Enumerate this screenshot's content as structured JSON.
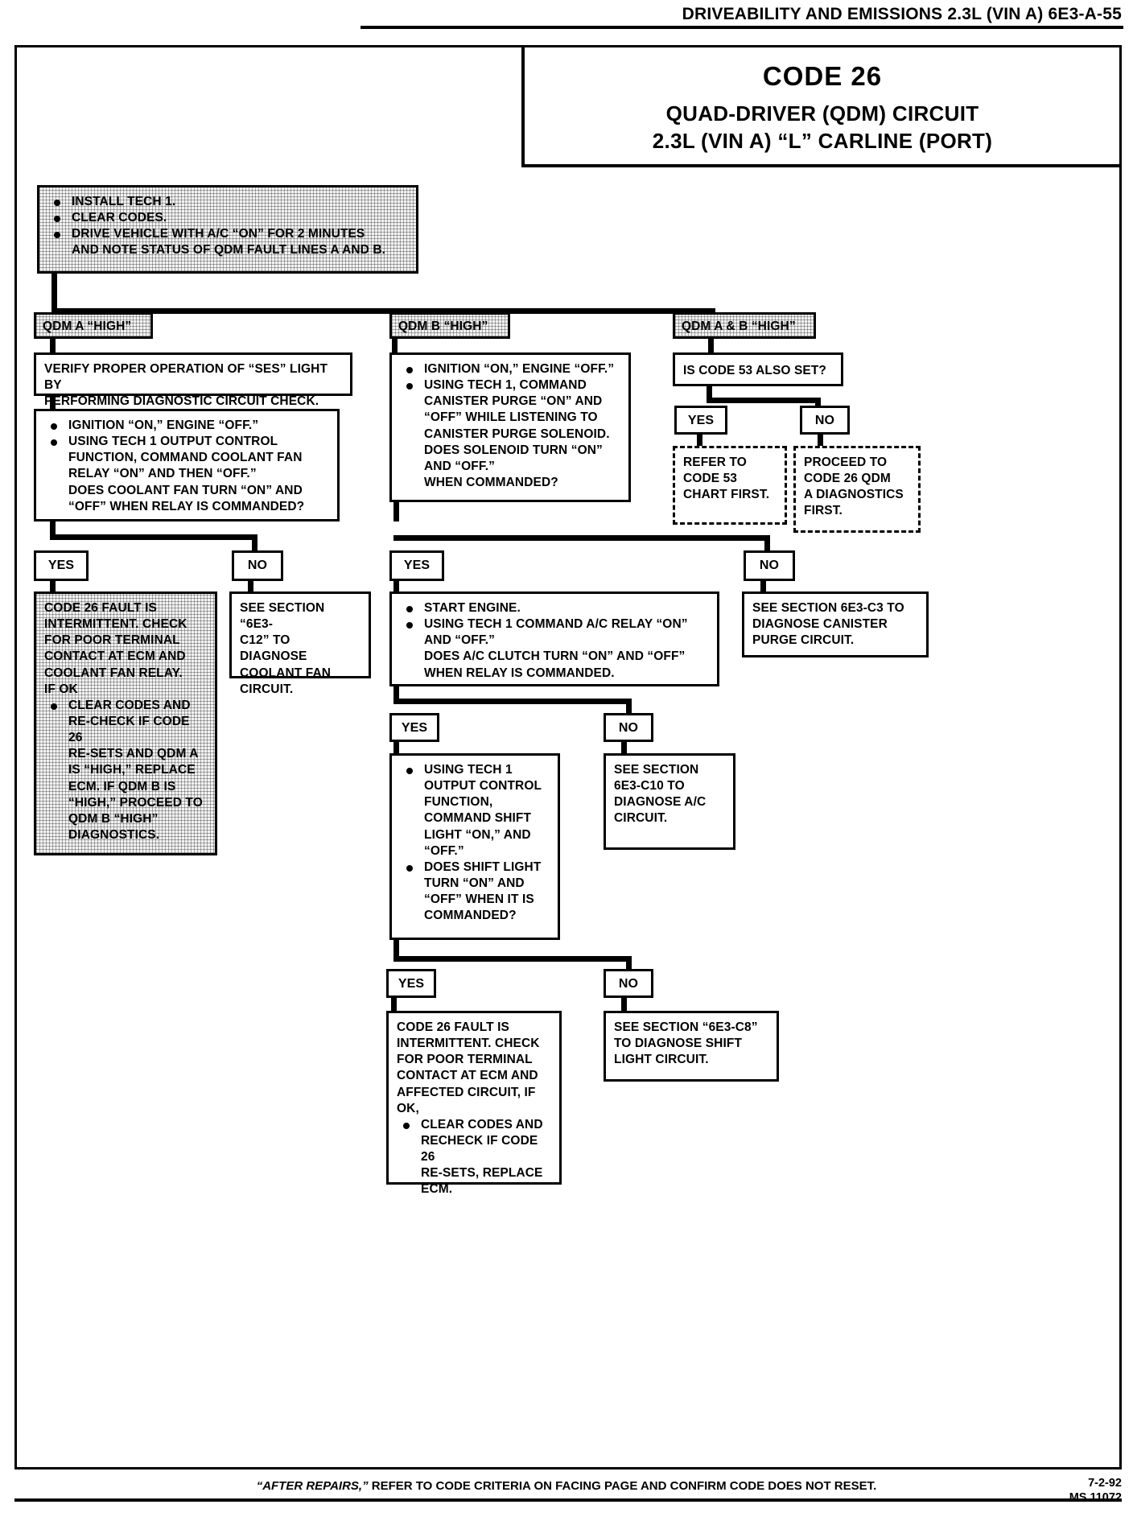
{
  "header": {
    "text": "DRIVEABILITY AND EMISSIONS  2.3L  (VIN A)  6E3-A-55"
  },
  "title_block": {
    "code": "CODE 26",
    "line1": "QUAD-DRIVER (QDM) CIRCUIT",
    "line2": "2.3L  (VIN A)  “L”  CARLINE  (PORT)"
  },
  "start_box": {
    "bullet1": "INSTALL TECH 1.",
    "bullet2": "CLEAR CODES.",
    "bullet3": "DRIVE VEHICLE WITH A/C “ON” FOR 2 MINUTES",
    "bullet3_cont": "AND NOTE STATUS OF QDM FAULT LINES A AND B."
  },
  "branches": {
    "qdm_a": "QDM A “HIGH”",
    "qdm_b": "QDM B “HIGH”",
    "qdm_ab": "QDM A & B “HIGH”"
  },
  "left": {
    "verify": {
      "l1": "VERIFY PROPER OPERATION OF “SES” LIGHT BY",
      "l2": "PERFORMING DIAGNOSTIC CIRCUIT CHECK."
    },
    "test": {
      "b1": "IGNITION “ON,” ENGINE “OFF.”",
      "b2": "USING TECH 1 OUTPUT CONTROL",
      "b2c1": "FUNCTION, COMMAND COOLANT FAN",
      "b2c2": "RELAY “ON” AND THEN “OFF.”",
      "b2c3": "DOES COOLANT FAN TURN “ON” AND",
      "b2c4": "“OFF” WHEN RELAY IS COMMANDED?"
    },
    "yes_label": "YES",
    "no_label": "NO",
    "yes_result": {
      "l1": "CODE 26 FAULT IS",
      "l2": "INTERMITTENT. CHECK",
      "l3": "FOR POOR TERMINAL",
      "l4": "CONTACT AT ECM AND",
      "l5": "COOLANT FAN RELAY.",
      "l6": "IF OK",
      "b1": "CLEAR CODES AND",
      "b1c1": "RE-CHECK IF CODE 26",
      "b1c2": "RE-SETS AND QDM A",
      "b1c3": "IS “HIGH,” REPLACE",
      "b1c4": "ECM.  IF QDM B IS",
      "b1c5": "“HIGH,” PROCEED TO",
      "b1c6": "QDM B “HIGH”",
      "b1c7": "DIAGNOSTICS."
    },
    "no_result": {
      "l1": "SEE SECTION “6E3-",
      "l2": "C12” TO DIAGNOSE",
      "l3": "COOLANT FAN",
      "l4": "CIRCUIT."
    }
  },
  "middle": {
    "test1": {
      "b1": "IGNITION “ON,” ENGINE “OFF.”",
      "b2": "USING TECH 1, COMMAND",
      "b2c1": "CANISTER PURGE “ON” AND",
      "b2c2": "“OFF” WHILE LISTENING TO",
      "b2c3": "CANISTER PURGE SOLENOID.",
      "b2c4": "DOES SOLENOID TURN “ON”",
      "b2c5": "AND “OFF.”",
      "b2c6": "WHEN COMMANDED?"
    },
    "yes_label": "YES",
    "no_label": "NO",
    "no_result": {
      "l1": "SEE SECTION 6E3-C3 TO",
      "l2": "DIAGNOSE CANISTER",
      "l3": "PURGE CIRCUIT."
    },
    "test2": {
      "b1": "START ENGINE.",
      "b2": "USING TECH 1 COMMAND A/C RELAY “ON”",
      "b2c1": "AND “OFF.”",
      "b2c2": "DOES A/C CLUTCH TURN “ON” AND “OFF”",
      "b2c3": "WHEN RELAY IS COMMANDED."
    },
    "yes2_label": "YES",
    "no2_label": "NO",
    "no2_result": {
      "l1": "SEE SECTION",
      "l2": "6E3-C10 TO",
      "l3": "DIAGNOSE A/C",
      "l4": "CIRCUIT."
    },
    "test3": {
      "b1": "USING TECH 1",
      "b1c1": "OUTPUT CONTROL",
      "b1c2": "FUNCTION,",
      "b1c3": "COMMAND SHIFT",
      "b1c4": "LIGHT “ON,” AND",
      "b1c5": "“OFF.”",
      "b2": "DOES SHIFT LIGHT",
      "b2c1": "TURN “ON” AND",
      "b2c2": "“OFF” WHEN IT IS",
      "b2c3": "COMMANDED?"
    },
    "yes3_label": "YES",
    "no3_label": "NO",
    "yes3_result": {
      "l1": "CODE 26 FAULT IS",
      "l2": "INTERMITTENT.  CHECK",
      "l3": "FOR POOR TERMINAL",
      "l4": "CONTACT AT ECM AND",
      "l5": "AFFECTED CIRCUIT, IF OK,",
      "b1": "CLEAR CODES AND",
      "b1c1": "RECHECK IF CODE 26",
      "b1c2": "RE-SETS, REPLACE",
      "b1c3": "ECM."
    },
    "no3_result": {
      "l1": "SEE SECTION “6E3-C8”",
      "l2": "TO DIAGNOSE SHIFT",
      "l3": "LIGHT CIRCUIT."
    }
  },
  "right": {
    "question": "IS CODE 53 ALSO SET?",
    "yes_label": "YES",
    "no_label": "NO",
    "yes_result": {
      "l1": "REFER TO",
      "l2": "CODE 53",
      "l3": "CHART FIRST."
    },
    "no_result": {
      "l1": "PROCEED TO",
      "l2": "CODE 26 QDM",
      "l3": "A DIAGNOSTICS",
      "l4": "FIRST."
    }
  },
  "footer": {
    "note_italic": "“AFTER REPAIRS,”",
    "note_rest": " REFER TO CODE CRITERIA ON FACING PAGE AND CONFIRM CODE DOES NOT RESET.",
    "date": "7-2-92",
    "doc_id": "MS 11072"
  }
}
